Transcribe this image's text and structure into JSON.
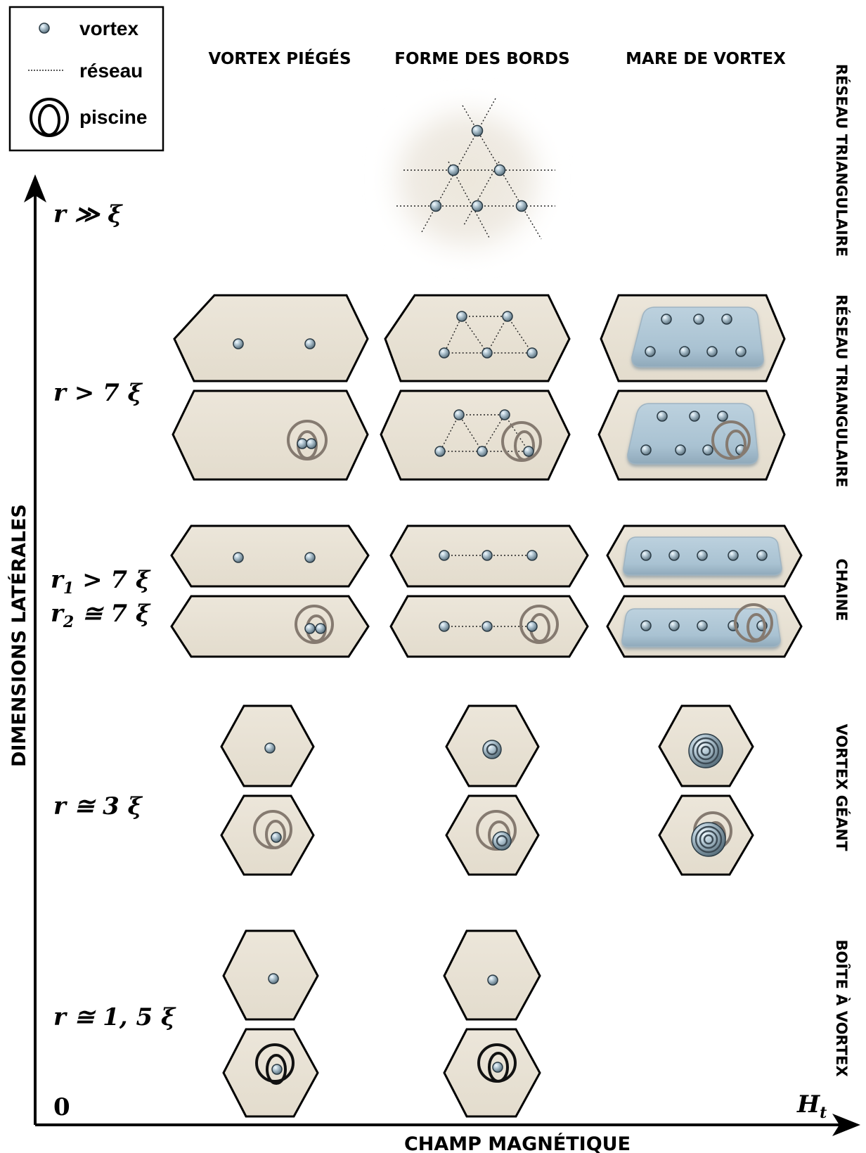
{
  "legend": {
    "vortex": "vortex",
    "lattice": "réseau",
    "pool": "piscine"
  },
  "columns": {
    "trapped": "VORTEX PIÉGÉS",
    "edges": "FORME DES BORDS",
    "pool": "MARE DE VORTEX"
  },
  "regimes": {
    "triangular": "RÉSEAU TRIANGULAIRE",
    "triangular_2": "RÉSEAU TRIANGULAIRE",
    "chain": "CHAINE",
    "giant": "VORTEX GÉANT",
    "box": "BOÎTE À VORTEX"
  },
  "rows": {
    "r_large": {
      "lhs": "r",
      "rel": "≫",
      "rhs": "ξ"
    },
    "r_7": {
      "lhs": "r",
      "rel": ">",
      "num": "7",
      "rhs": "ξ"
    },
    "r1": {
      "lhs": "r",
      "sub": "1",
      "rel": ">",
      "num": "7",
      "rhs": "ξ"
    },
    "r2": {
      "lhs": "r",
      "sub": "2",
      "rel": "≅",
      "num": "7",
      "rhs": "ξ"
    },
    "r_3": {
      "lhs": "r",
      "rel": "≅",
      "num": "3",
      "rhs": "ξ"
    },
    "r_15": {
      "lhs": "r",
      "rel": "≅",
      "num": "1, 5",
      "rhs": "ξ"
    }
  },
  "axes": {
    "y_label": "DIMENSIONS LATÉRALES",
    "x_label": "CHAMP MAGNÉTIQUE",
    "origin": "0",
    "x_end": "H",
    "x_end_sub": "t"
  }
}
